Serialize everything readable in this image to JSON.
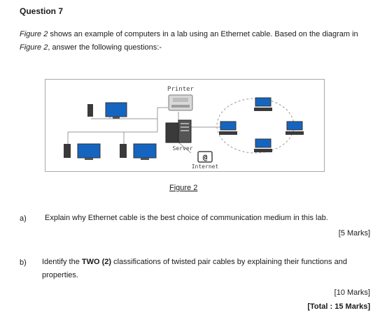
{
  "question": {
    "title": "Question 7",
    "intro": {
      "part1": "Figure 2",
      "part2": " shows an example of computers in a lab using an Ethernet cable. Based on the diagram in ",
      "part3": "Figure 2",
      "part4": ", answer the following questions:-"
    }
  },
  "figure": {
    "labels": {
      "printer": "Printer",
      "server": "Server",
      "internet": "Internet",
      "at_symbol": "@"
    },
    "caption": "Figure 2"
  },
  "parts": [
    {
      "label": "a)",
      "text": "Explain why Ethernet cable is the best choice of communication medium in this lab.",
      "marks": "[5 Marks]"
    },
    {
      "label": "b)",
      "text_before": "Identify the ",
      "text_bold": "TWO (2)",
      "text_after": " classifications of twisted pair cables by explaining their functions and properties.",
      "marks": "[10 Marks]"
    }
  ],
  "total": "[Total : 15 Marks]",
  "colors": {
    "screen_blue": "#1565c0",
    "device_dark": "#3a3a3a",
    "wire_gray": "#9a9a9a"
  }
}
